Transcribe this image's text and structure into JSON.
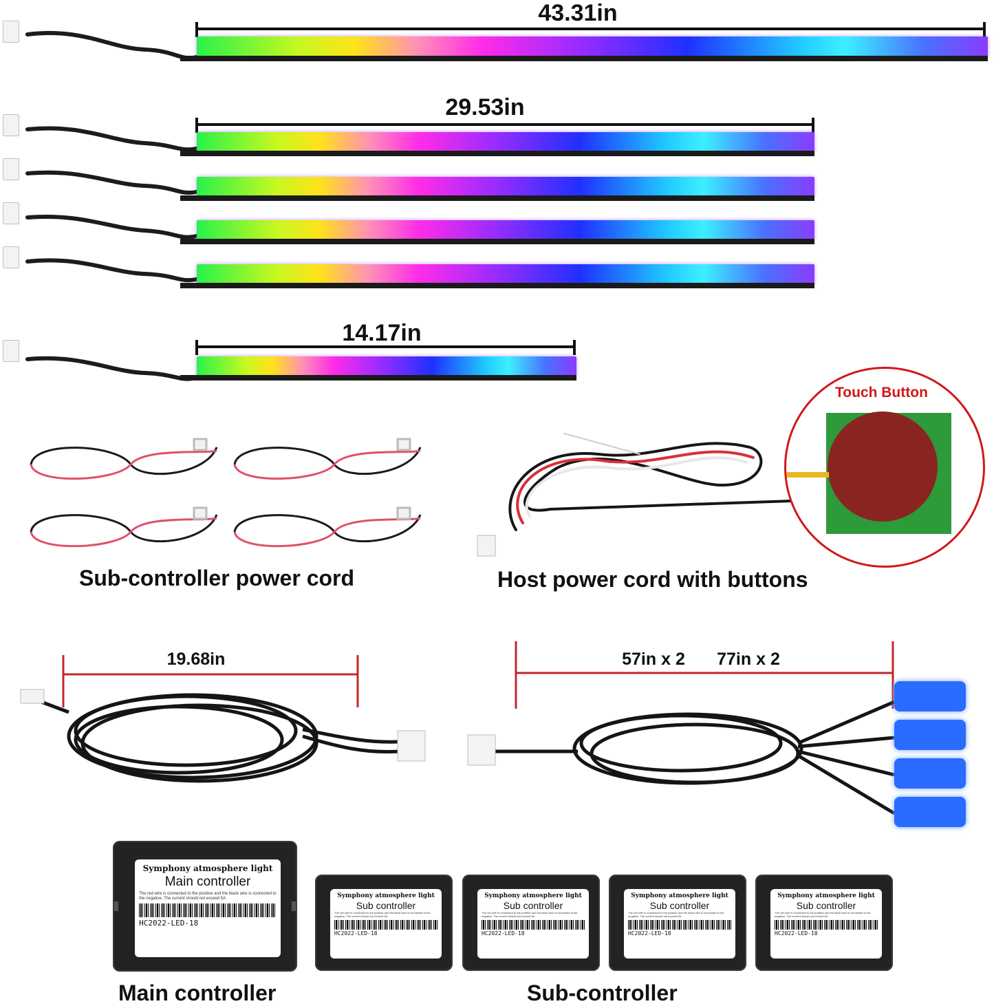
{
  "strip_lengths": {
    "long": "43.31in",
    "medium": "29.53in",
    "short": "14.17in"
  },
  "cords": {
    "sub_power_caption": "Sub-controller power cord",
    "host_power_caption": "Host power cord with buttons",
    "touch_button_label": "Touch Button"
  },
  "cables": {
    "main_cable_length": "19.68in",
    "sub_cable_length_a": "57in x 2",
    "sub_cable_length_b": "77in x 2"
  },
  "controllers": {
    "brand": "Symphony atmosphere light",
    "main_name": "Main controller",
    "sub_name": "Sub controller",
    "note": "The red wire is connected to the positive and the black wire is connected to the negative. The current should not exceed 5A",
    "model": "HC2022-LED-18",
    "main_caption": "Main controller",
    "sub_caption": "Sub-controller"
  },
  "colors": {
    "touch_circle": "#d01818",
    "dimension_red": "#c0282c",
    "led_blue": "#2a6cff"
  }
}
